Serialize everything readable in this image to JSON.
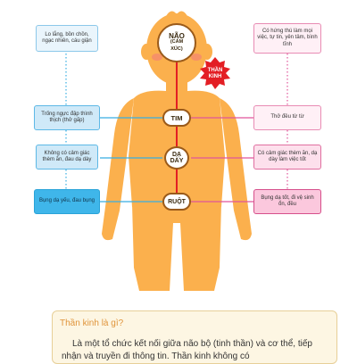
{
  "organs": {
    "brain": [
      "NÃO",
      "(CẢM",
      "XÚC)"
    ],
    "heart": "TIM",
    "stomach": [
      "DẠ",
      "DÀY"
    ],
    "intestine": "RUỘT"
  },
  "nerve_label": [
    "THẦN",
    "KINH"
  ],
  "left_boxes": {
    "brain": "Lo lắng, bồn chồn, ngạc nhiên, cáu giận",
    "heart": "Trống ngực đập thình thịch (thở gấp)",
    "stomach": "Không có cảm giác thèm ăn, đau dạ dày",
    "intestine": "Bụng dạ yếu, đau bụng"
  },
  "right_boxes": {
    "brain": "Có hứng thú làm mọi việc, tự tin, yên tâm, bình tĩnh",
    "heart": "Thở đều từ từ",
    "stomach": "Có cảm giác thèm ăn, dạ dày làm việc tốt",
    "intestine": "Bụng dạ tốt, đi vệ sinh ổn, đều"
  },
  "note": {
    "title": "Thần kinh là gì?",
    "body": "Là một tổ chức kết nối giữa não bộ (tinh thần) và cơ thể, tiếp nhận và truyền đi thông tin. Thần kinh không có"
  },
  "colors": {
    "body": "#fbb04d",
    "blush": "#f5896e",
    "nerve": "#e31e24",
    "blue_connector": "#37aee2",
    "pink_connector": "#e0559a"
  }
}
